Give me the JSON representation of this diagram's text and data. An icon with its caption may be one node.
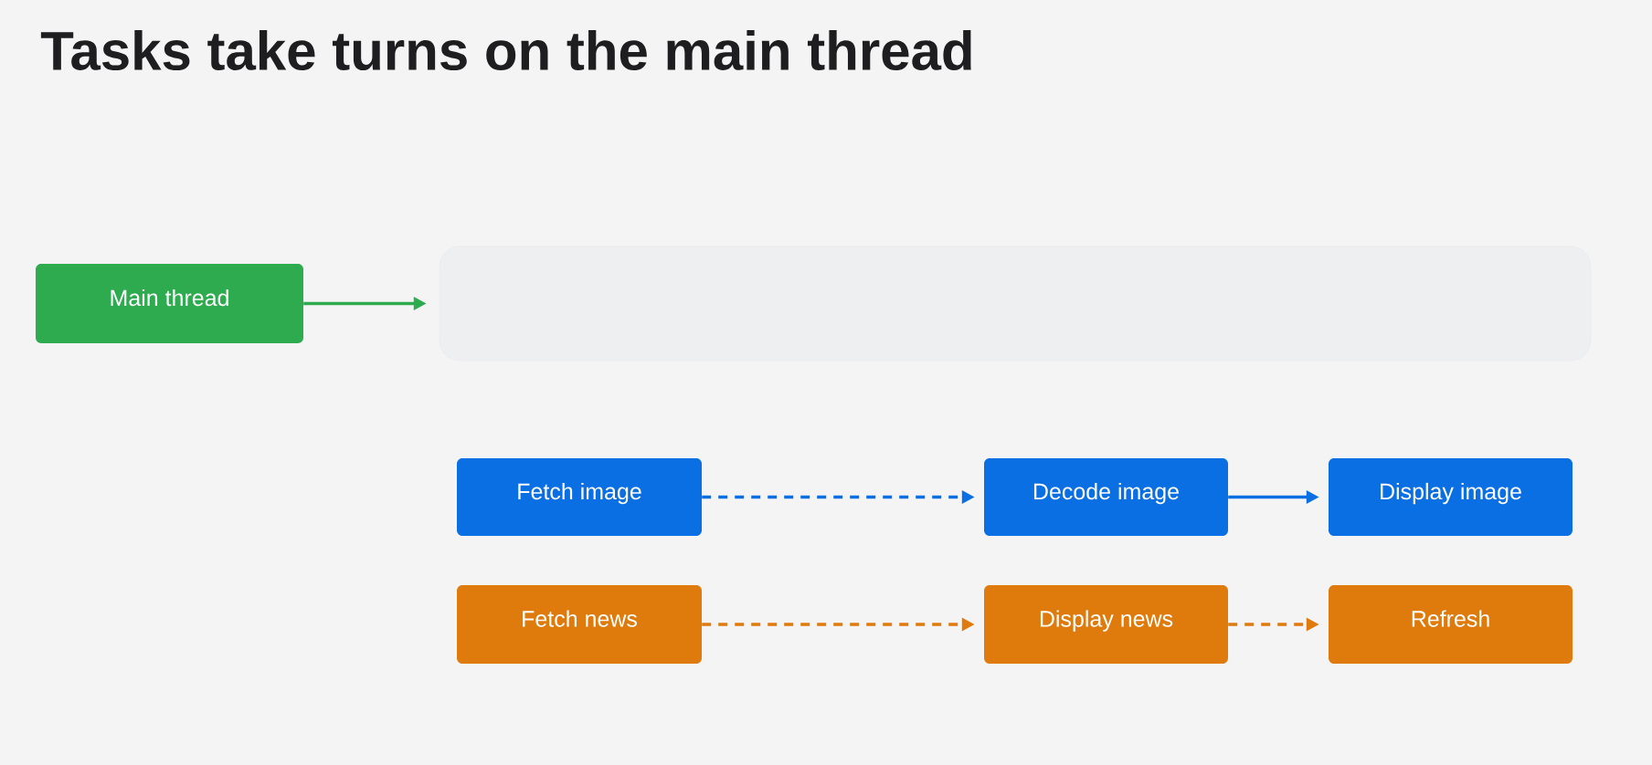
{
  "diagram": {
    "title": "Tasks take turns on the main thread",
    "nodes": [
      {
        "text": [
          "Main thread"
        ]
      },
      {
        "text": [],
        "shape": "box"
      },
      {
        "text": [
          "Fetch image"
        ]
      },
      {
        "text": [
          "Decode image"
        ]
      },
      {
        "text": [
          "Display image"
        ]
      },
      {
        "text": [
          "Fetch news"
        ]
      },
      {
        "text": [
          "Display news"
        ]
      },
      {
        "text": [
          "Refresh"
        ]
      }
    ],
    "edges": [
      {
        "from": 0,
        "to": 1,
        "arrow": "to",
        "color": "#2eab4f"
      },
      {
        "from": 2,
        "to": 3,
        "arrow": "to",
        "style": "dashed",
        "color": "#0b6fe4"
      },
      {
        "from": 3,
        "to": 4,
        "arrow": "to",
        "color": "#0b6fe4"
      },
      {
        "from": 5,
        "to": 6,
        "arrow": "to",
        "style": "dashed",
        "color": "#df7b0c"
      },
      {
        "from": 6,
        "to": 7,
        "arrow": "to",
        "style": "dashed",
        "color": "#df7b0c"
      }
    ]
  }
}
